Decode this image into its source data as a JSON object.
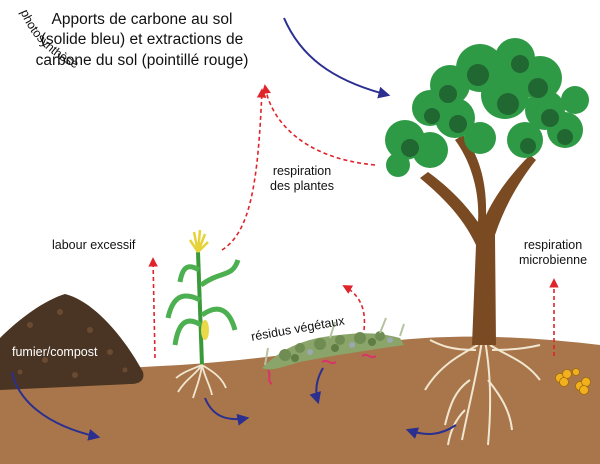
{
  "title": {
    "line1": "Apports de carbone au sol",
    "line2": "(solide bleu) et extractions de",
    "line3": "carbone du sol (pointillé rouge)"
  },
  "labels": {
    "photosynthese": "photosynthèse",
    "respiration_plantes_1": "respiration",
    "respiration_plantes_2": "des plantes",
    "labour_excessif": "labour excessif",
    "respiration_microbienne_1": "respiration",
    "respiration_microbienne_2": "microbienne",
    "residus_vegetaux": "résidus végétaux",
    "fumier_compost": "fumier/compost"
  },
  "colors": {
    "input_arrow": "#2b2f8f",
    "extraction_arrow": "#e0242b",
    "soil": "#a8764a",
    "compost": "#4a3423",
    "trunk": "#7a4a22",
    "leaves": "#2f9a45"
  }
}
